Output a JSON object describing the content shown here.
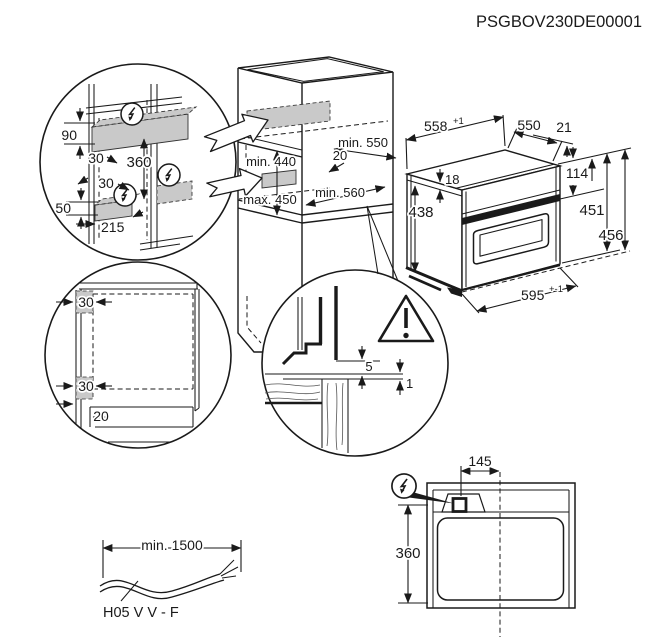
{
  "title": "PSGBOV230DE00001",
  "colors": {
    "line": "#1a1a1a",
    "zone_fill": "#c9c9c9",
    "background": "#ffffff"
  },
  "wall_detail": {
    "d90": "90",
    "d30_top": "30",
    "d360": "360",
    "d30_mid": "30",
    "d50": "50",
    "d215": "215"
  },
  "niche": {
    "min_height": "min. 440",
    "max_height": "max. 450",
    "min_width": "min. 550",
    "rear_offset": "20",
    "min_depth": "min. 560"
  },
  "oven": {
    "back_width": "558",
    "back_width_tol": "+1",
    "depth": "550",
    "d21": "21",
    "d18": "18",
    "body_height": "438",
    "d114": "114",
    "front_height": "451",
    "total_height": "456",
    "front_width": "595",
    "front_width_tol": "+-1"
  },
  "corner_detail": {
    "d30_top": "30",
    "d30_bottom": "30",
    "d20": "20"
  },
  "gap_detail": {
    "d5": "5",
    "d1": "1"
  },
  "top_view": {
    "d145": "145",
    "d360": "360"
  },
  "cable": {
    "length": "min. 1500",
    "type": "H05 V V - F"
  }
}
